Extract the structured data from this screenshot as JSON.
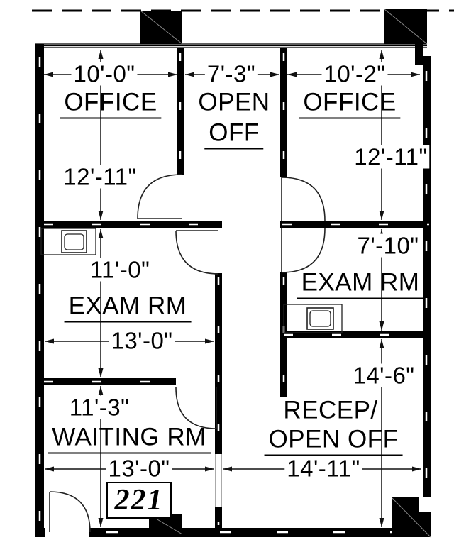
{
  "plan": {
    "suite_number": "221",
    "rooms": {
      "office_left": {
        "label": "OFFICE",
        "width": "10'-0\"",
        "depth": "12'-11\""
      },
      "open_office": {
        "line1": "OPEN",
        "line2": "OFF",
        "width": "7'-3\""
      },
      "office_right": {
        "label": "OFFICE",
        "width": "10'-2\"",
        "depth": "12'-11\""
      },
      "exam_left": {
        "label": "EXAM RM",
        "width": "13'-0\"",
        "depth": "11'-0\""
      },
      "exam_right": {
        "label": "EXAM RM",
        "depth": "7'-10\""
      },
      "waiting": {
        "label": "WAITING RM",
        "width": "13'-0\"",
        "depth": "11'-3\""
      },
      "reception": {
        "line1": "RECEP/",
        "line2": "OPEN OFF",
        "width": "14'-11\"",
        "depth": "14'-6\""
      }
    },
    "colors": {
      "ink": "#000000",
      "background": "#ffffff"
    }
  }
}
